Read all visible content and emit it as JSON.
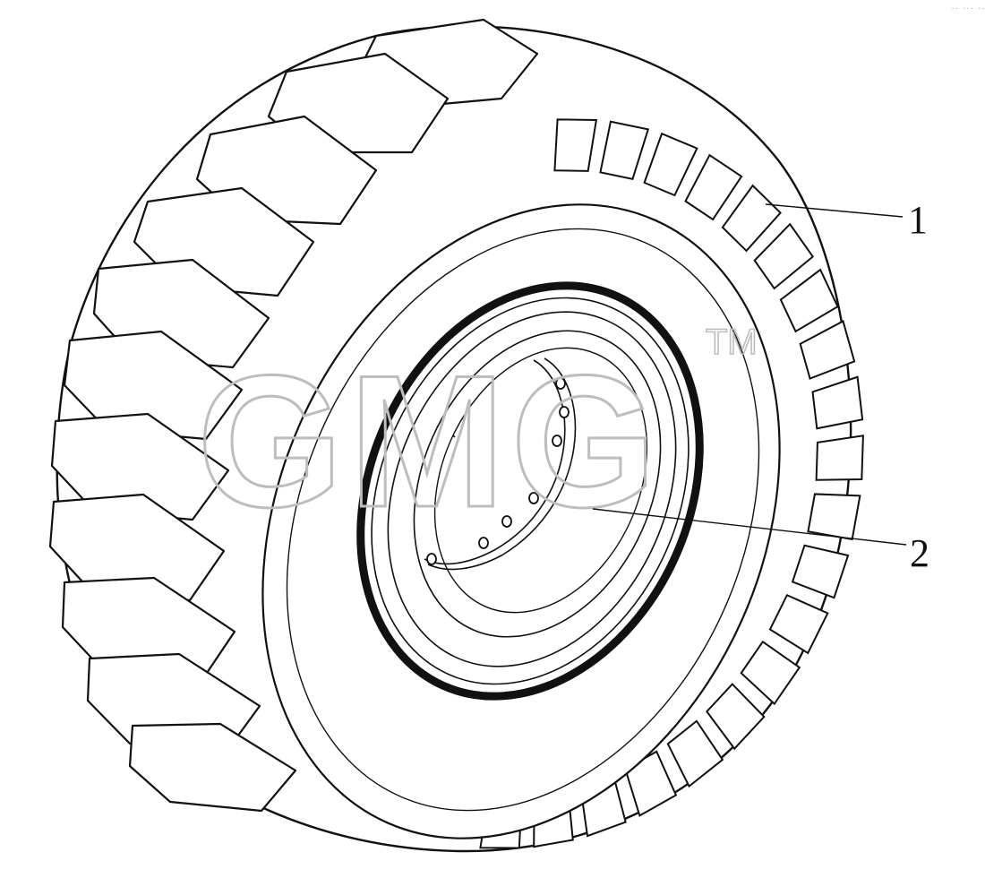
{
  "corner_mark": "·· ··· ····",
  "watermark": {
    "text": "GMG",
    "tm": "TM"
  },
  "callouts": [
    {
      "id": "tire",
      "label": "1"
    },
    {
      "id": "rim",
      "label": "2"
    }
  ],
  "colors": {
    "line": "#111111",
    "watermark": "#bdbdbd",
    "background": "#ffffff"
  }
}
